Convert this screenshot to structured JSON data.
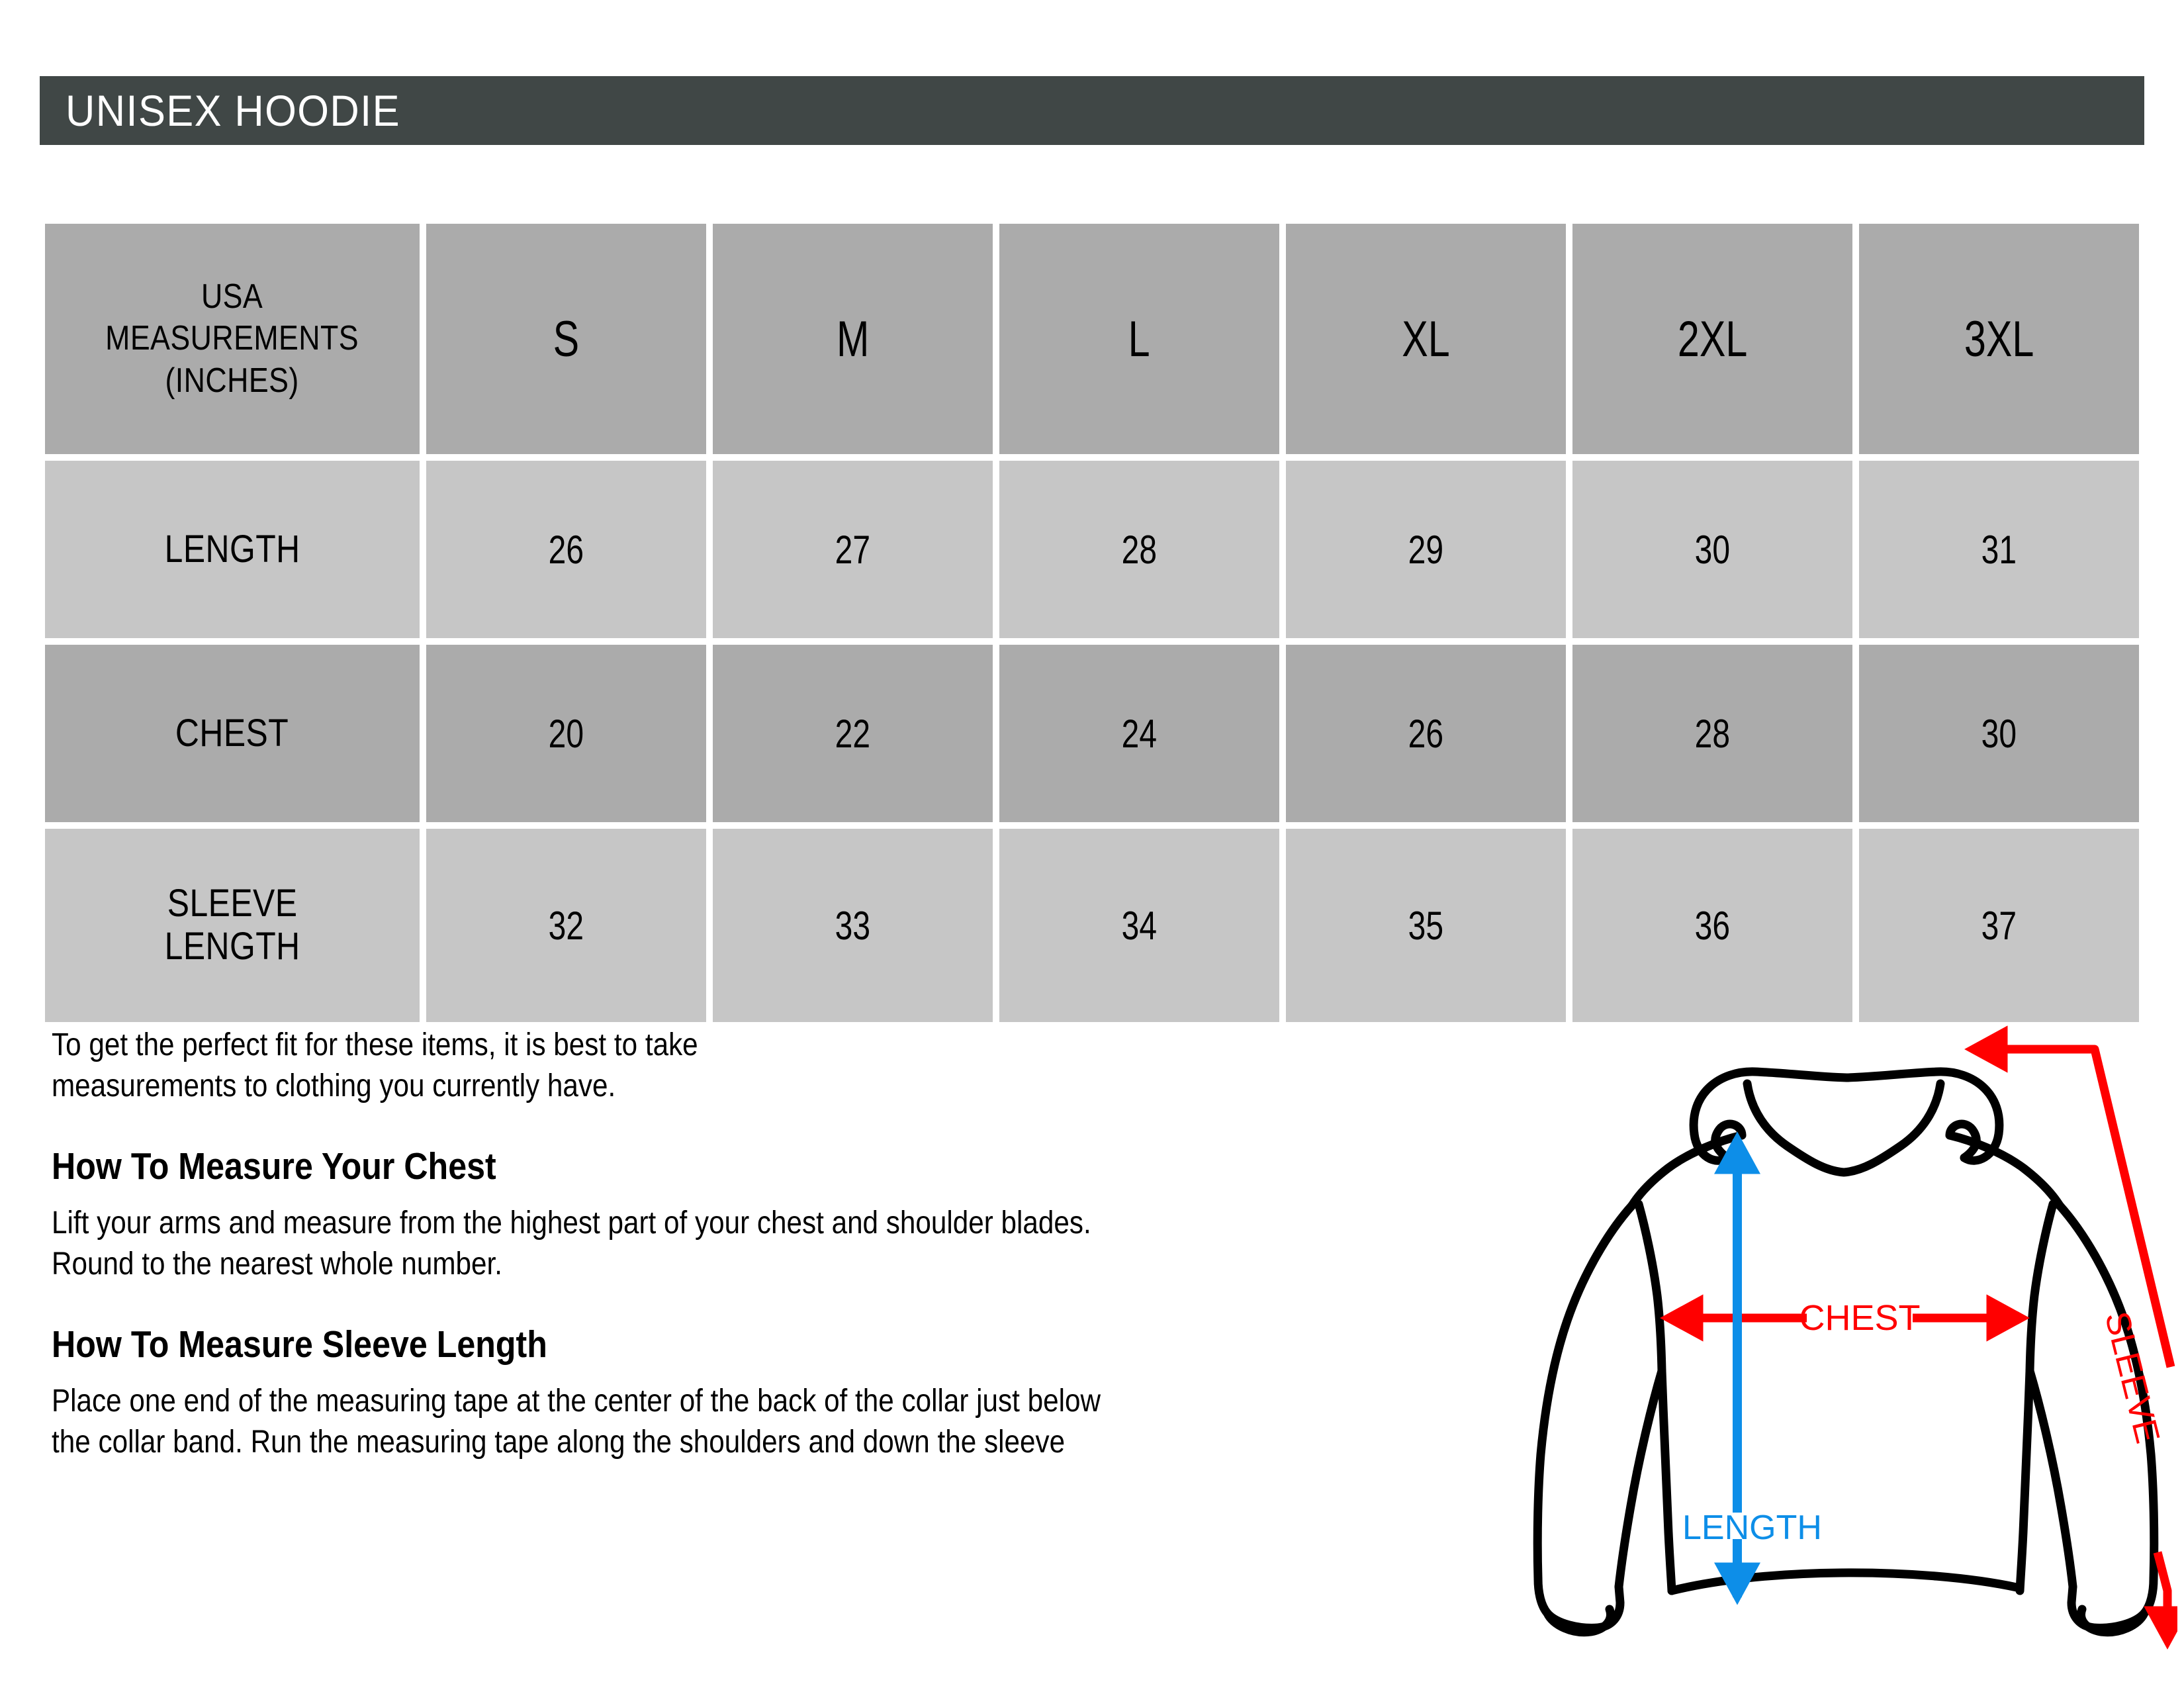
{
  "header": {
    "title": "UNISEX HOODIE",
    "bar_color": "#404746",
    "text_color": "#ffffff"
  },
  "size_table": {
    "corner_label": "USA\nMEASUREMENTS\n(INCHES)",
    "corner_label_lines": [
      "USA",
      "MEASUREMENTS",
      "(INCHES)"
    ],
    "columns": [
      "S",
      "M",
      "L",
      "XL",
      "2XL",
      "3XL"
    ],
    "rows": [
      {
        "label": "LENGTH",
        "label_lines": [
          "LENGTH"
        ],
        "values": [
          "26",
          "27",
          "28",
          "29",
          "30",
          "31"
        ],
        "shade": "light"
      },
      {
        "label": "CHEST",
        "label_lines": [
          "CHEST"
        ],
        "values": [
          "20",
          "22",
          "24",
          "26",
          "28",
          "30"
        ],
        "shade": "dark"
      },
      {
        "label": "SLEEVE LENGTH",
        "label_lines": [
          "SLEEVE",
          "LENGTH"
        ],
        "values": [
          "32",
          "33",
          "34",
          "35",
          "36",
          "37"
        ],
        "shade": "light"
      }
    ],
    "colors": {
      "header_cell": "#ababab",
      "light_cell": "#c6c6c6",
      "dark_cell": "#ababab",
      "gap": "#ffffff"
    }
  },
  "instructions": {
    "intro": [
      "To get the perfect fit for these items, it is best to take",
      "measurements to clothing you currently have."
    ],
    "sections": [
      {
        "title": "How To Measure Your Chest",
        "body": [
          "Lift your arms and measure from the highest part of your chest and shoulder blades.",
          "Round to the nearest whole number."
        ]
      },
      {
        "title": "How To Measure Sleeve Length",
        "body": [
          "Place one end of the measuring tape at the center of the back of the collar just below",
          "the collar band. Run the measuring tape along the shoulders and down the sleeve"
        ]
      }
    ]
  },
  "diagram": {
    "garment": "hoodie",
    "outline_color": "#000000",
    "labels": {
      "chest": "CHEST",
      "length": "LENGTH",
      "sleeve": "SLEEVE"
    },
    "colors": {
      "chest_arrow": "#ff0000",
      "sleeve_arrow": "#ff0000",
      "length_arrow": "#0d8ee8"
    }
  }
}
